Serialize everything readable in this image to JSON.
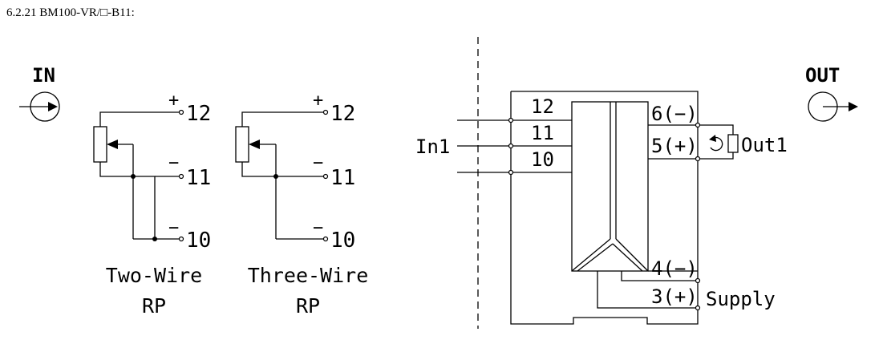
{
  "heading": "6.2.21 BM100-VR/□-B11:",
  "in_label": "IN",
  "out_label": "OUT",
  "two_wire": {
    "caption_line1": "Two-Wire",
    "caption_line2": "RP",
    "t12": "12",
    "t11": "11",
    "t10": "10",
    "plus": "+",
    "minus11": "−",
    "minus10": "−"
  },
  "three_wire": {
    "caption_line1": "Three-Wire",
    "caption_line2": "RP",
    "t12": "12",
    "t11": "11",
    "t10": "10",
    "plus": "+",
    "minus11": "−",
    "minus10": "−"
  },
  "module": {
    "in1": "In1",
    "in_terminals": [
      "12",
      "11",
      "10"
    ],
    "out_terminals": [
      "6(−)",
      "5(+)"
    ],
    "supply_terminals": [
      "4(−)",
      "3(+)"
    ],
    "out1": "Out1",
    "supply": "Supply"
  }
}
